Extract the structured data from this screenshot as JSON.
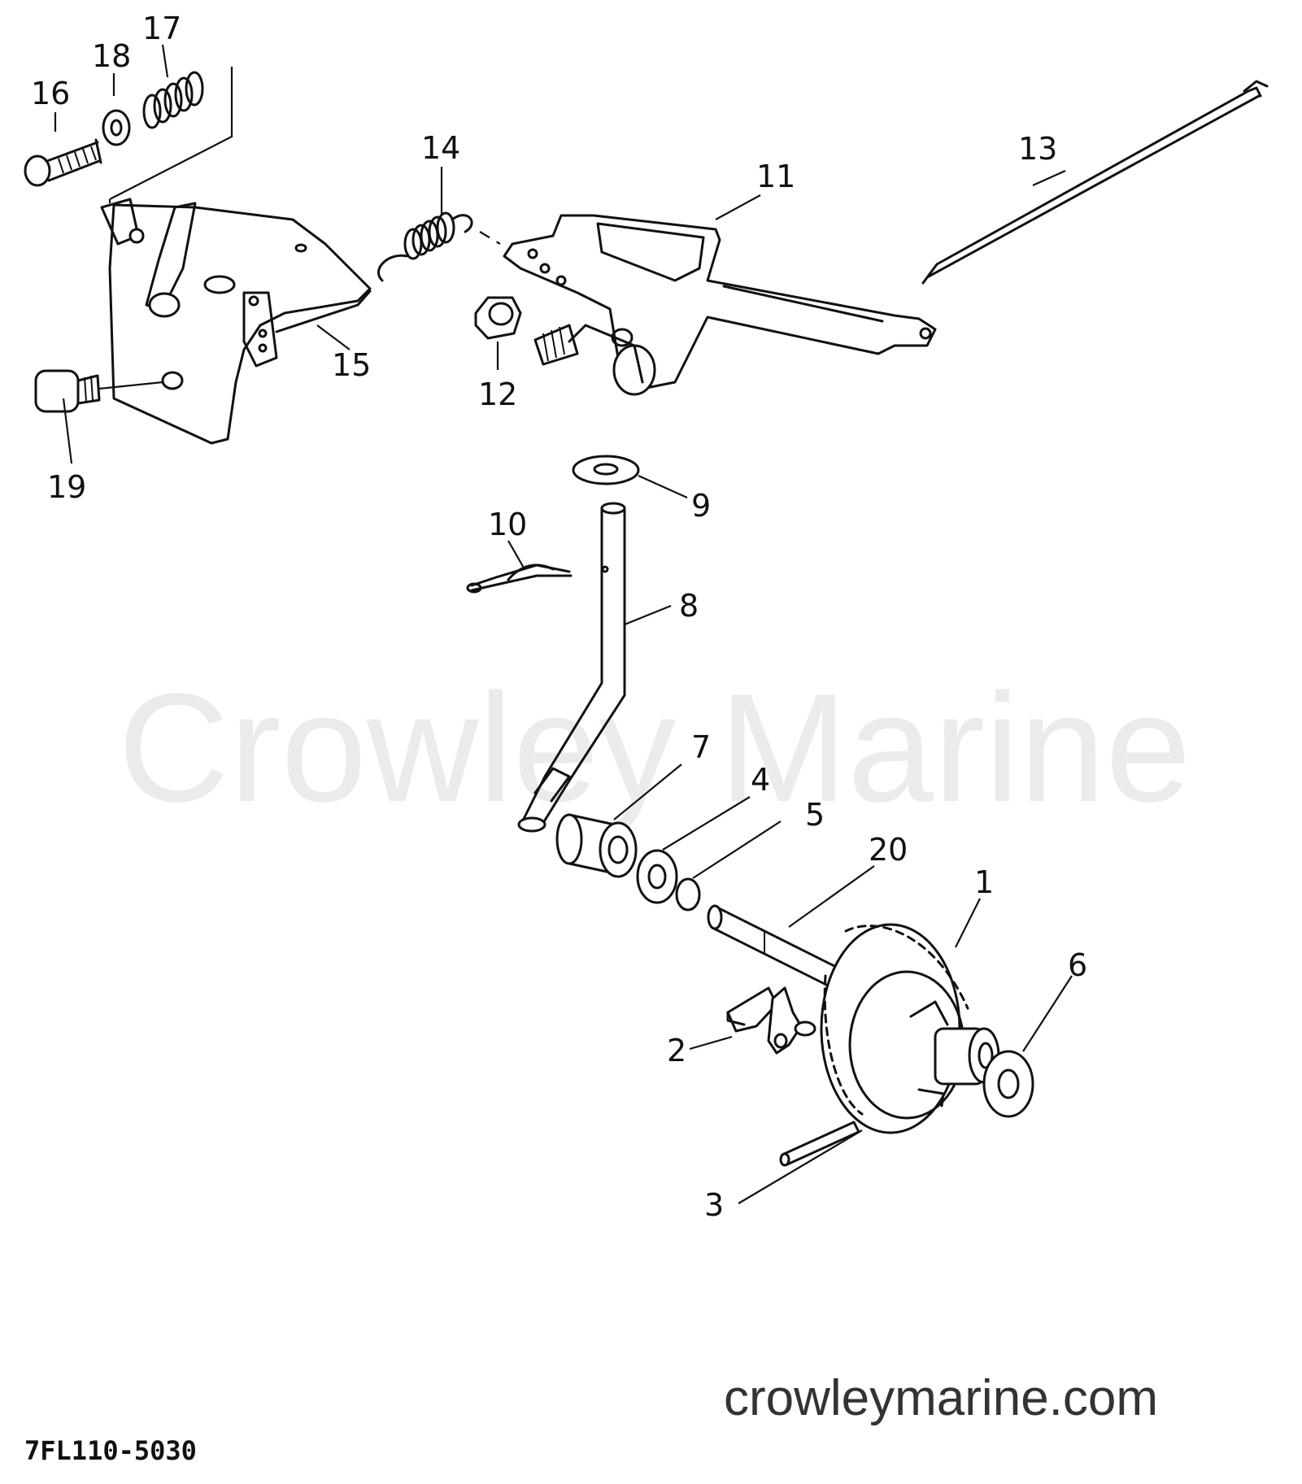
{
  "watermark_text": "Crowley Marine",
  "site_text": "crowleymarine.com",
  "diagram_code": "7FL110-5030",
  "callouts": {
    "c1": "1",
    "c2": "2",
    "c3": "3",
    "c4": "4",
    "c5": "5",
    "c6": "6",
    "c7": "7",
    "c8": "8",
    "c9": "9",
    "c10": "10",
    "c11": "11",
    "c12": "12",
    "c13": "13",
    "c14": "14",
    "c15": "15",
    "c16": "16",
    "c17": "17",
    "c18": "18",
    "c19": "19",
    "c20": "20"
  }
}
